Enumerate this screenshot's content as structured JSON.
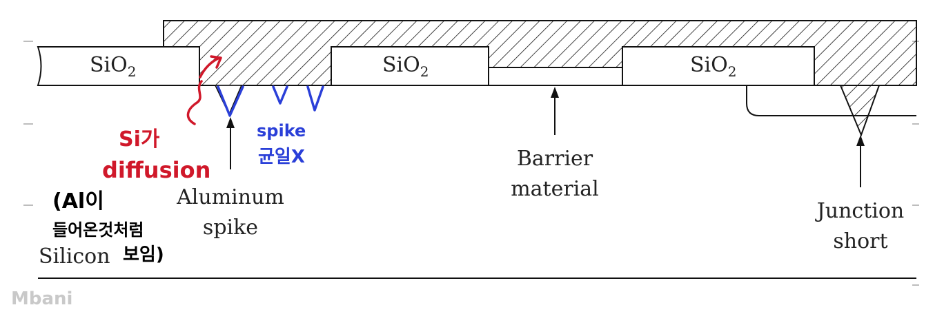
{
  "labels": {
    "oxide": "SiO",
    "oxide_sub": "2",
    "aluminum_spike_1": "Aluminum",
    "aluminum_spike_2": "spike",
    "barrier_1": "Barrier",
    "barrier_2": "material",
    "junction_1": "Junction",
    "junction_2": "short",
    "silicon": "Silicon"
  },
  "annotations": {
    "red_1": "Si가",
    "red_2": "diffusion",
    "blue_1": "spike",
    "blue_2": "균일X",
    "black_1": "(Al이",
    "black_2": "들어온것처럼",
    "black_3": "보임)",
    "watermark": "Mbani"
  },
  "colors": {
    "line": "#111111",
    "text": "#222222",
    "red_annotation": "#d0182a",
    "blue_annotation": "#2a3fd8",
    "black_annotation": "#000000",
    "watermark": "#c9c9c9",
    "tick": "#bdbdbd"
  }
}
